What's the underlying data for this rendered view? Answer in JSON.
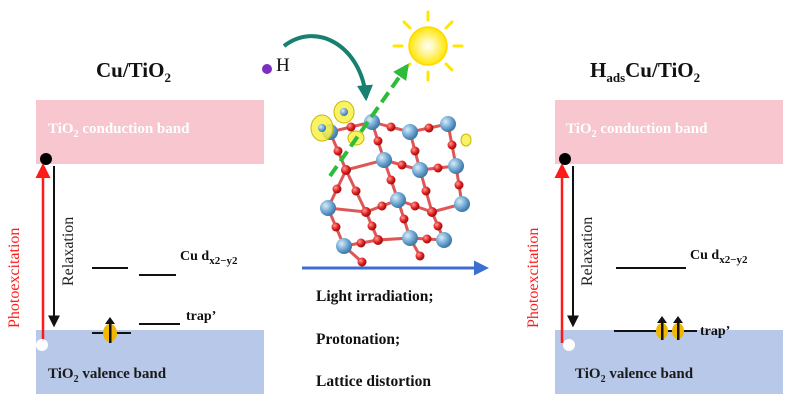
{
  "left_panel": {
    "title_main": "Cu/TiO",
    "title_sub": "2",
    "conduction_band": {
      "prefix": "TiO",
      "sub": "2",
      "suffix": " conduction band"
    },
    "valence_band": {
      "prefix": "TiO",
      "sub": "2",
      "suffix": " valence band"
    },
    "photoexcitation": "Photoexcitation",
    "relaxation": "Relaxation",
    "cu_level": {
      "main": "Cu d",
      "sub": "x2−y2"
    },
    "trap_label": "trap’"
  },
  "right_panel": {
    "title_main": "H",
    "title_sub": "ads",
    "title_suffix": "Cu/TiO",
    "title_sub2": "2",
    "conduction_band": {
      "prefix": "TiO",
      "sub": "2",
      "suffix": " conduction band"
    },
    "valence_band": {
      "prefix": "TiO",
      "sub": "2",
      "suffix": " valence band"
    },
    "photoexcitation": "Photoexcitation",
    "relaxation": "Relaxation",
    "cu_level": {
      "main": "Cu d",
      "sub": "x2−y2"
    },
    "trap_label": "trap’"
  },
  "center": {
    "hydrogen_label": "H",
    "processes": [
      "Light irradiation;",
      "Protonation;",
      "Lattice distortion"
    ]
  },
  "colors": {
    "conduction_band": "#f7c6cf",
    "valence_band": "#b7c8e8",
    "photoexcitation": "#ff1a1a",
    "hydrogen_atom": "#7b2fbe",
    "sun": "#ffe600",
    "ti_atom": "#6ea7d2",
    "o_atom": "#e0201e",
    "process_arrow": "#3c6fd1",
    "curved_arrow": "#17806e",
    "photon_arrow": "#2dbb3a",
    "electron": "#f2b800"
  },
  "icons": [
    "sun-icon",
    "hydrogen-atom-icon",
    "crystal-lattice-icon",
    "electron-icon",
    "hole-icon"
  ]
}
